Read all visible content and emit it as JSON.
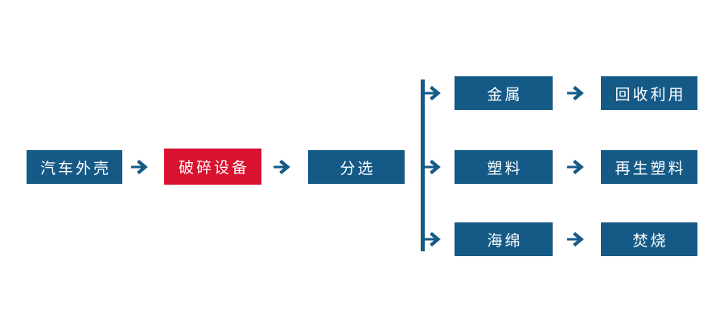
{
  "diagram": {
    "title_implicit": "汽车外壳回收处理流程",
    "main_flow": [
      {
        "id": "car-shell",
        "label": "汽车外壳",
        "variant": "blue"
      },
      {
        "id": "crusher",
        "label": "破碎设备",
        "variant": "red"
      },
      {
        "id": "sorting",
        "label": "分选",
        "variant": "blue"
      }
    ],
    "branches": [
      {
        "material": "金属",
        "result": "回收利用"
      },
      {
        "material": "塑料",
        "result": "再生塑料"
      },
      {
        "material": "海绵",
        "result": "焚烧"
      }
    ]
  },
  "icons": {
    "arrow_right": "arrow-right-icon",
    "branch_connector": "branch-connector-line"
  },
  "colors": {
    "node_blue": "#155a87",
    "node_red": "#d8122f",
    "text_white": "#ffffff",
    "background": "#ffffff"
  }
}
